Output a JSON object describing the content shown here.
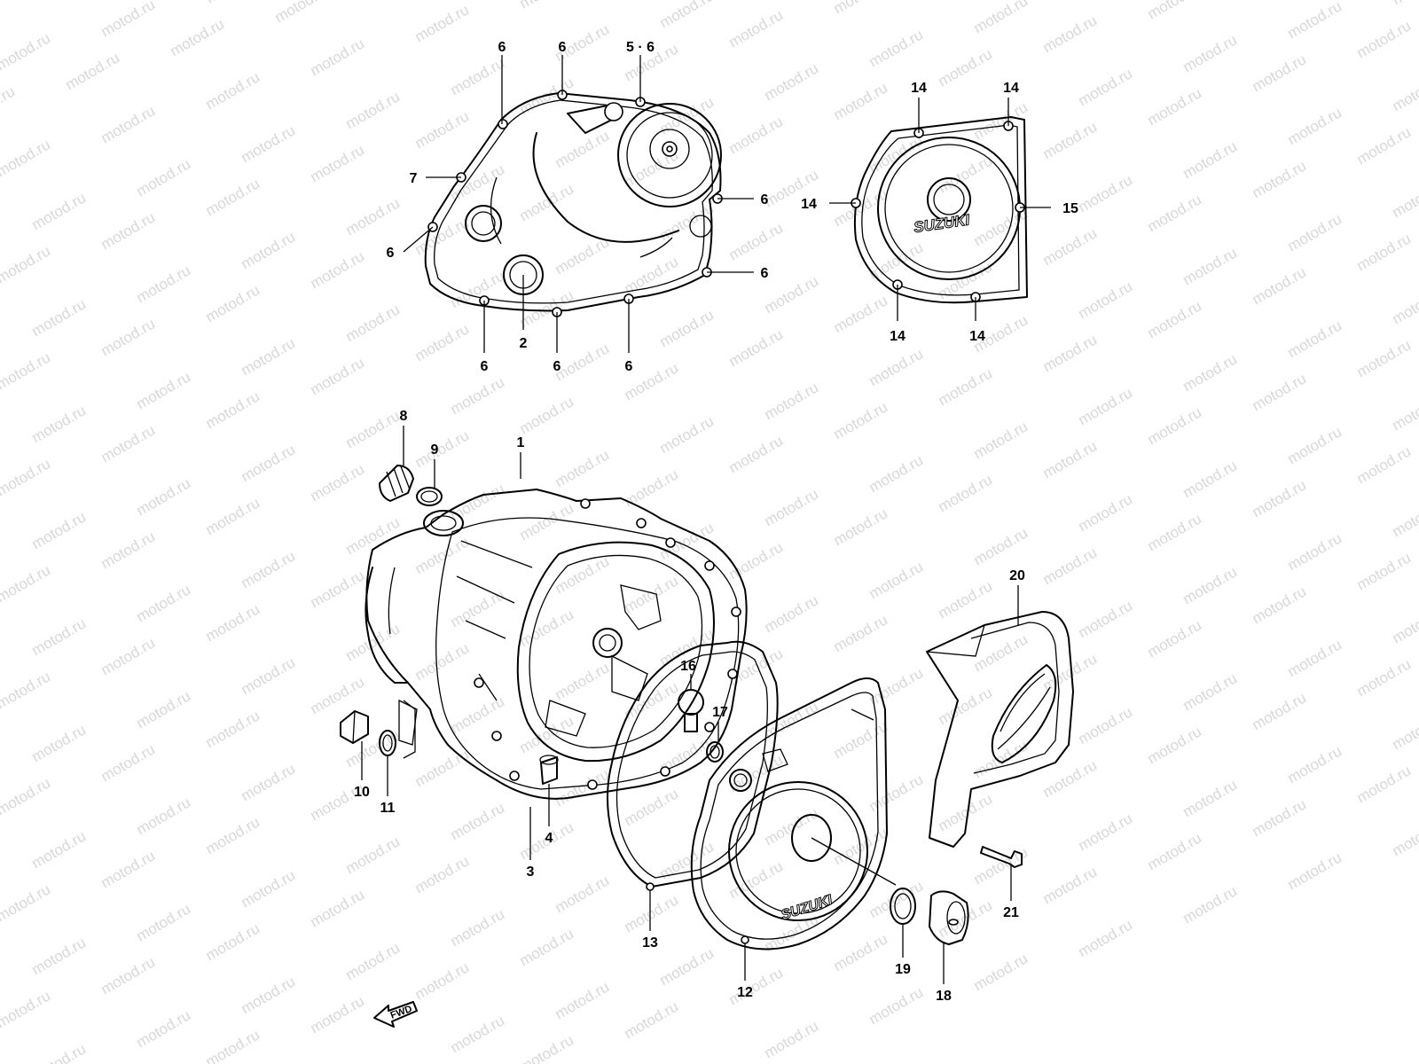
{
  "watermark": {
    "text": "motod.ru"
  },
  "logo": {
    "brand_text": "SUZUKI"
  },
  "fwd": {
    "label": "FWD"
  },
  "callouts": [
    {
      "id": "c6a",
      "text": "6"
    },
    {
      "id": "c6b",
      "text": "6"
    },
    {
      "id": "c56",
      "text": "5 · 6"
    },
    {
      "id": "c7",
      "text": "7"
    },
    {
      "id": "c6c",
      "text": "6"
    },
    {
      "id": "c6d",
      "text": "6"
    },
    {
      "id": "c6e",
      "text": "6"
    },
    {
      "id": "c6f",
      "text": "6"
    },
    {
      "id": "c2",
      "text": "2"
    },
    {
      "id": "c6g",
      "text": "6"
    },
    {
      "id": "c6h",
      "text": "6"
    },
    {
      "id": "c14a",
      "text": "14"
    },
    {
      "id": "c14b",
      "text": "14"
    },
    {
      "id": "c14c",
      "text": "14"
    },
    {
      "id": "c15",
      "text": "15"
    },
    {
      "id": "c14d",
      "text": "14"
    },
    {
      "id": "c14e",
      "text": "14"
    },
    {
      "id": "c8",
      "text": "8"
    },
    {
      "id": "c9",
      "text": "9"
    },
    {
      "id": "c1",
      "text": "1"
    },
    {
      "id": "c20",
      "text": "20"
    },
    {
      "id": "c16",
      "text": "16"
    },
    {
      "id": "c17",
      "text": "17"
    },
    {
      "id": "c10",
      "text": "10"
    },
    {
      "id": "c11",
      "text": "11"
    },
    {
      "id": "c4",
      "text": "4"
    },
    {
      "id": "c3",
      "text": "3"
    },
    {
      "id": "c13",
      "text": "13"
    },
    {
      "id": "c12",
      "text": "12"
    },
    {
      "id": "c19",
      "text": "19"
    },
    {
      "id": "c18",
      "text": "18"
    },
    {
      "id": "c21",
      "text": "21"
    }
  ]
}
